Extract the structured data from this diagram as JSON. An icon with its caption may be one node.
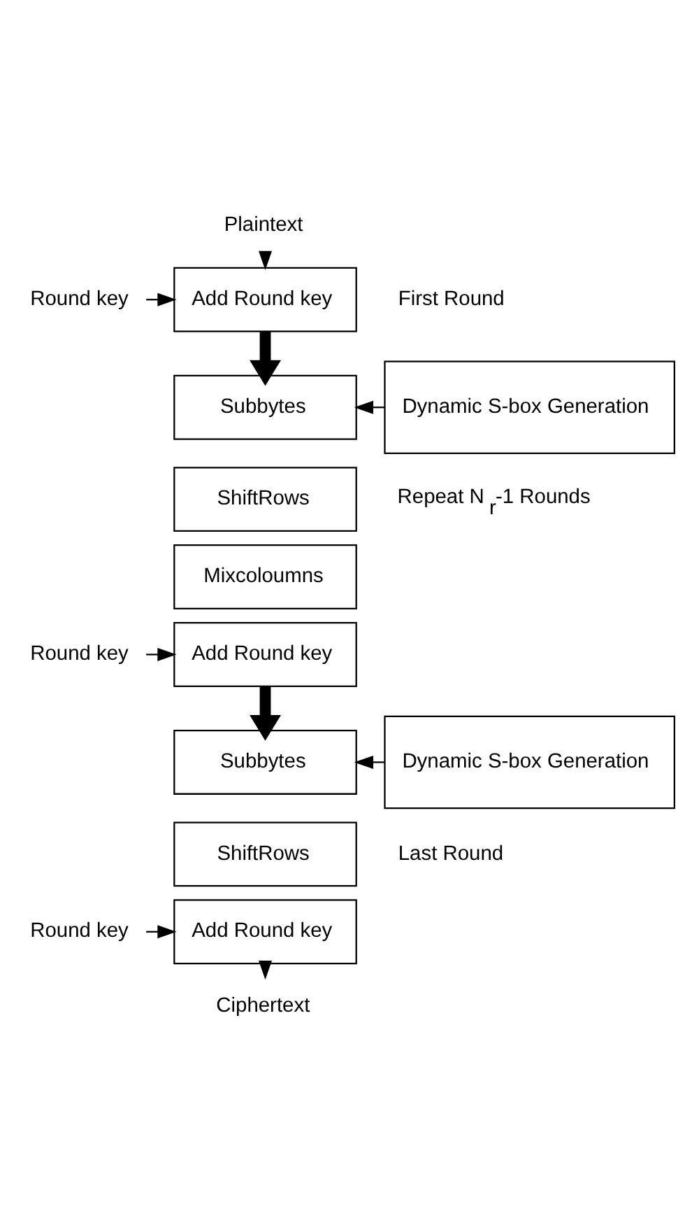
{
  "diagram": {
    "nodes": [
      {
        "text": [
          "Plaintext"
        ]
      },
      {
        "text": [
          "Add Round key"
        ]
      },
      {
        "text": [
          "Round key"
        ]
      },
      {
        "text": [
          "Subbytes"
        ]
      },
      {
        "text": [
          "ShiftRows"
        ]
      },
      {
        "text": [
          "Mixcoloumns"
        ]
      },
      {
        "text": [
          "Add Round key"
        ]
      },
      {
        "text": [
          "Dynamic S-box Generation"
        ]
      },
      {
        "text": [
          "Round key"
        ]
      },
      {
        "text": [
          "Subbytes"
        ]
      },
      {
        "text": [
          "ShiftRows"
        ]
      },
      {
        "text": [
          "Add Round key"
        ]
      },
      {
        "text": [
          "Dynamic S-box Generation"
        ]
      },
      {
        "text": [
          "Round key"
        ]
      },
      {
        "text": [
          "Ciphertext"
        ]
      }
    ],
    "edges": [
      {
        "from": 0,
        "to": 1,
        "arrow": "to"
      },
      {
        "from": 2,
        "to": 1,
        "arrow": "to"
      },
      {
        "from": 1,
        "to": 3,
        "arrow": "to",
        "style": "thick"
      },
      {
        "from": 7,
        "to": 3,
        "arrow": "to"
      },
      {
        "from": 8,
        "to": 6,
        "arrow": "to"
      },
      {
        "from": 6,
        "to": 9,
        "arrow": "to",
        "style": "thick"
      },
      {
        "from": 12,
        "to": 9,
        "arrow": "to"
      },
      {
        "from": 13,
        "to": 11,
        "arrow": "to"
      },
      {
        "from": 11,
        "to": 14,
        "arrow": "to"
      }
    ],
    "labels": [
      "First Round",
      "Repeat N$_{r}$-1 Rounds",
      "Last Round"
    ]
  }
}
